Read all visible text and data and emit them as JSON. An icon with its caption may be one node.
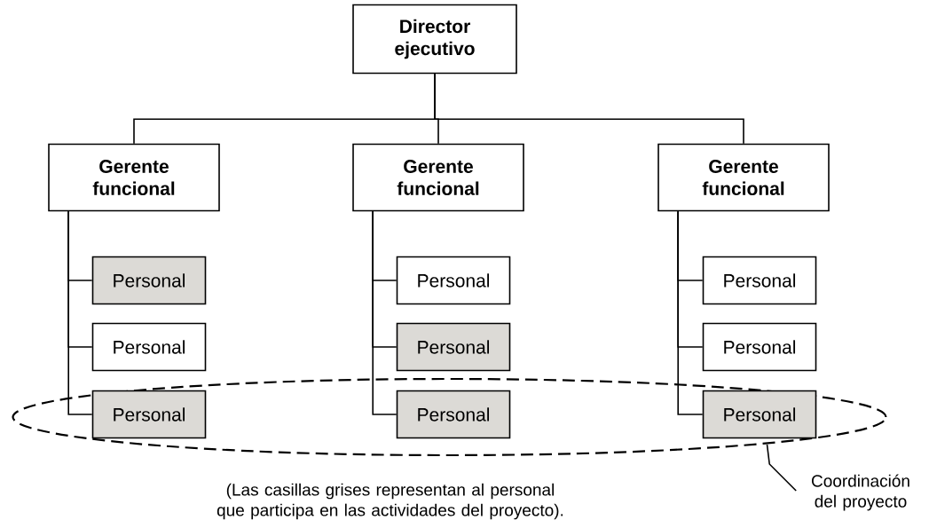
{
  "diagram": {
    "caption": "(Las casillas grises representan al personal que participa en las actividades del proyecto).",
    "nodes": [
      {
        "text": [
          "Director ejecutivo"
        ]
      },
      {
        "text": [
          "Gerente funcional"
        ]
      },
      {
        "text": [
          "Gerente funcional"
        ]
      },
      {
        "text": [
          "Gerente funcional"
        ]
      },
      {
        "text": [],
        "shape": "ellipse"
      },
      {
        "text": [
          "Personal"
        ]
      },
      {
        "text": [
          "Personal"
        ]
      },
      {
        "text": [
          "Personal"
        ],
        "in": 4
      },
      {
        "text": [
          "Personal"
        ]
      },
      {
        "text": [
          "Personal"
        ]
      },
      {
        "text": [
          "Personal"
        ],
        "in": 4
      },
      {
        "text": [
          "Personal"
        ]
      },
      {
        "text": [
          "Personal"
        ]
      },
      {
        "text": [
          "Personal"
        ],
        "in": 4
      },
      {
        "text": [
          "Coordinación del proyecto"
        ]
      }
    ],
    "edges": [
      {
        "from": 0,
        "to": 1,
        "arrow": "none"
      },
      {
        "from": 0,
        "to": 2,
        "arrow": "none"
      },
      {
        "from": 0,
        "to": 3,
        "arrow": "none"
      },
      {
        "from": 1,
        "to": 5,
        "arrow": "none"
      },
      {
        "from": 1,
        "to": 6,
        "arrow": "none"
      },
      {
        "from": 1,
        "to": 7,
        "arrow": "none"
      },
      {
        "from": 2,
        "to": 8,
        "arrow": "none"
      },
      {
        "from": 2,
        "to": 9,
        "arrow": "none"
      },
      {
        "from": 2,
        "to": 10,
        "arrow": "none"
      },
      {
        "from": 3,
        "to": 11,
        "arrow": "none"
      },
      {
        "from": 3,
        "to": 12,
        "arrow": "none"
      },
      {
        "from": 3,
        "to": 13,
        "arrow": "none"
      },
      {
        "from": 14,
        "to": 4,
        "arrow": "none"
      }
    ]
  }
}
